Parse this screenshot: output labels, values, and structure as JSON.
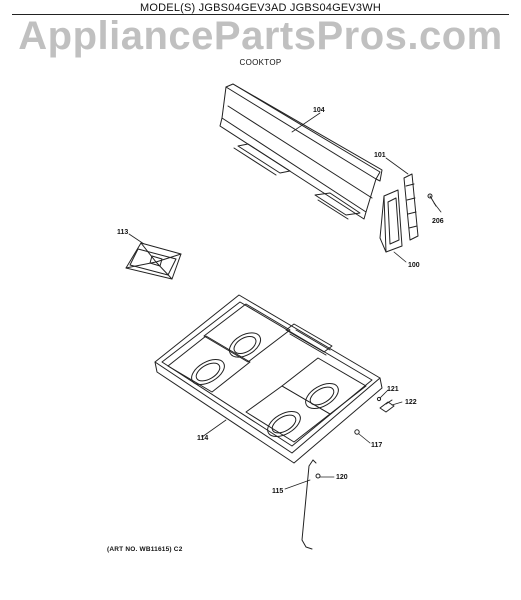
{
  "header": {
    "title": "MODEL(S) JGBS04GEV3AD  JGBS04GEV3WH",
    "watermark": "AppliancePartsPros.com",
    "section": "COOKTOP"
  },
  "parts": [
    {
      "id": "p104",
      "label": "104"
    },
    {
      "id": "p101",
      "label": "101"
    },
    {
      "id": "p206",
      "label": "206"
    },
    {
      "id": "p100",
      "label": "100"
    },
    {
      "id": "p113",
      "label": "113"
    },
    {
      "id": "p121",
      "label": "121"
    },
    {
      "id": "p122",
      "label": "122"
    },
    {
      "id": "p114",
      "label": "114"
    },
    {
      "id": "p117",
      "label": "117"
    },
    {
      "id": "p120",
      "label": "120"
    },
    {
      "id": "p115",
      "label": "115"
    }
  ],
  "footer": {
    "art_no": "(ART NO. WB11615) C2"
  },
  "colors": {
    "line": "#222222",
    "watermark": "#8c8c8c"
  }
}
